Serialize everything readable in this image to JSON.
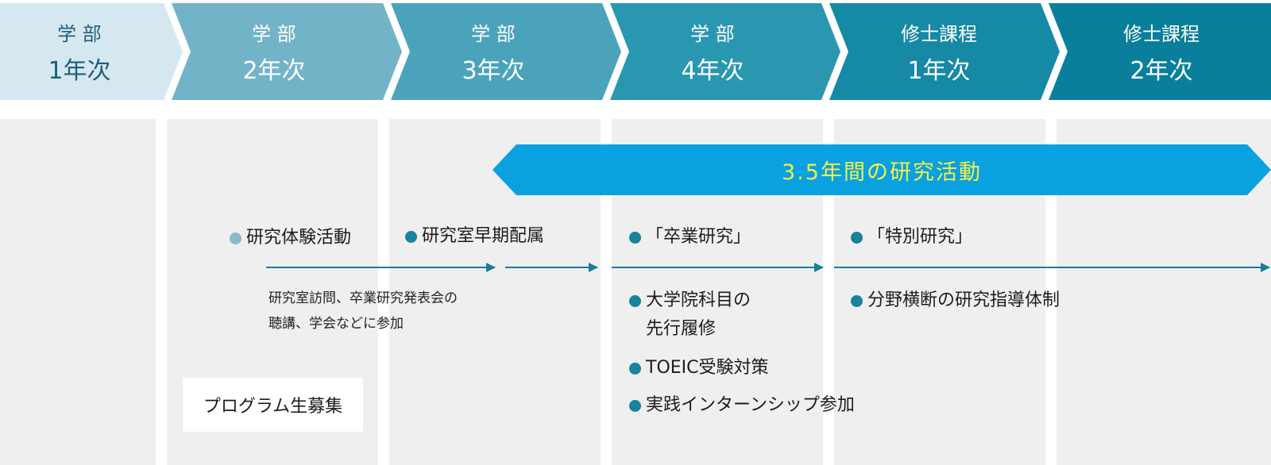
{
  "header": {
    "steps": [
      {
        "line1": "学 部",
        "line2": "1年次",
        "color": "#d6e8ef"
      },
      {
        "line1": "学 部",
        "line2": "2年次",
        "color": "#73b3c8"
      },
      {
        "line1": "学 部",
        "line2": "3年次",
        "color": "#4aa3bb"
      },
      {
        "line1": "学 部",
        "line2": "4年次",
        "color": "#2a97b1"
      },
      {
        "line1": "修士課程",
        "line2": "1年次",
        "color": "#1689a5"
      },
      {
        "line1": "修士課程",
        "line2": "2年次",
        "color": "#0a7f9c"
      }
    ]
  },
  "banner": {
    "label": "3.5年間の研究活動",
    "color": "#0aa1e0"
  },
  "col2": {
    "bullet": "研究体験活動",
    "note": "研究室訪問、卒業研究発表会の\n聴講、学会などに参加",
    "program_box": "プログラム生募集"
  },
  "col3": {
    "bullet": "研究室早期配属"
  },
  "col4": {
    "bullets": [
      "「卒業研究」",
      "大学院科目の\n先行履修",
      "TOEIC受験対策",
      "実践インターンシップ参加"
    ]
  },
  "col5": {
    "bullets": [
      "「特別研究」",
      "分野横断の研究指導体制"
    ]
  },
  "colors": {
    "arrow": "#157f99",
    "dot": "#17839c",
    "dot_light": "#84bccd",
    "column_bg": "#efefef"
  }
}
